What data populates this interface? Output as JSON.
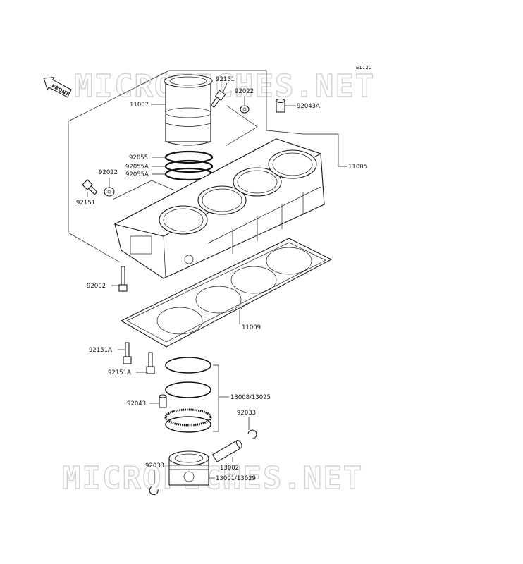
{
  "diagram": {
    "code": "E1120",
    "front_label": "FRONT",
    "watermark": "MICROFICHES.NET",
    "callouts": [
      {
        "id": "11007",
        "text": "11007"
      },
      {
        "id": "92151-top",
        "text": "92151"
      },
      {
        "id": "92022-top",
        "text": "92022"
      },
      {
        "id": "92043A",
        "text": "92043A"
      },
      {
        "id": "92055",
        "text": "92055"
      },
      {
        "id": "92055A-1",
        "text": "92055A"
      },
      {
        "id": "92055A-2",
        "text": "92055A"
      },
      {
        "id": "92022-left",
        "text": "92022"
      },
      {
        "id": "92151-left",
        "text": "92151"
      },
      {
        "id": "11005",
        "text": "11005"
      },
      {
        "id": "92002",
        "text": "92002"
      },
      {
        "id": "11009",
        "text": "11009"
      },
      {
        "id": "92151A-1",
        "text": "92151A"
      },
      {
        "id": "92151A-2",
        "text": "92151A"
      },
      {
        "id": "13008-13025",
        "text": "13008/13025"
      },
      {
        "id": "92043",
        "text": "92043"
      },
      {
        "id": "92033-right",
        "text": "92033"
      },
      {
        "id": "13002",
        "text": "13002"
      },
      {
        "id": "92033-left",
        "text": "92033"
      },
      {
        "id": "13001-13029",
        "text": "13001/13029"
      }
    ]
  }
}
